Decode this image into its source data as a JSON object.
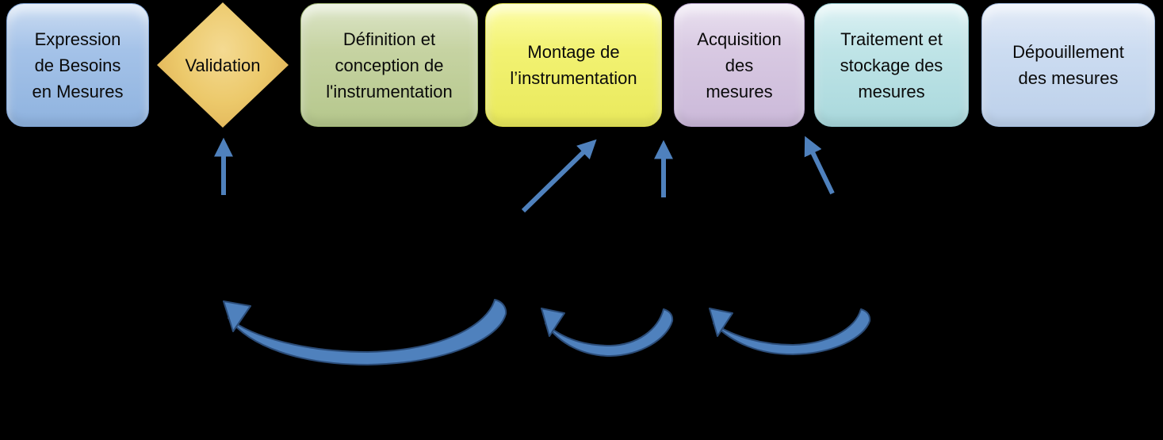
{
  "diagram": {
    "background_color": "#000000",
    "arrow_color": "#4F81BD",
    "arrow_outline_color": "#2B4C78",
    "nodes": [
      {
        "id": "expression-besoins",
        "shape": "rounded-rectangle",
        "label": "Expression\nde Besoins\nen Mesures",
        "colors": {
          "top": "#CBDCF2",
          "mid": "#A4C2E8",
          "bot": "#8FB3DF",
          "border": "#7FA3D4"
        }
      },
      {
        "id": "validation",
        "shape": "diamond",
        "label": "Validation",
        "colors": {
          "top": "#F4DA92",
          "mid": "#ECC96B",
          "bot": "#DBA84C",
          "border": "#C89A40"
        }
      },
      {
        "id": "definition-conception",
        "shape": "rounded-rectangle",
        "label": "Définition et\nconception de\nl'instrumentation",
        "colors": {
          "top": "#DCE5C8",
          "mid": "#C6D3A2",
          "bot": "#B5C78C",
          "border": "#9DB573"
        }
      },
      {
        "id": "montage",
        "shape": "rounded-rectangle",
        "label": "Montage de\nl’instrumentation",
        "colors": {
          "top": "#FDFDA5",
          "mid": "#F2F272",
          "bot": "#E9E95C",
          "border": "#D9D94A"
        }
      },
      {
        "id": "acquisition",
        "shape": "rounded-rectangle",
        "label": "Acquisition\ndes\nmesures",
        "colors": {
          "top": "#EAE1F0",
          "mid": "#D8C9E2",
          "bot": "#CBB9D9",
          "border": "#B5A0C9"
        }
      },
      {
        "id": "traitement-stockage",
        "shape": "rounded-rectangle",
        "label": "Traitement et\nstockage des\nmesures",
        "colors": {
          "top": "#DDF2F4",
          "mid": "#BFE4E7",
          "bot": "#A9D8DC",
          "border": "#8FC3C9"
        }
      },
      {
        "id": "depouillement",
        "shape": "rounded-rectangle",
        "label": "Dépouillement\ndes mesures",
        "colors": {
          "top": "#E3EBF7",
          "mid": "#CCDCF1",
          "bot": "#BCD0EA",
          "border": "#A3BDE0"
        }
      }
    ],
    "arrows": [
      {
        "id": "up-arrow-to-validation",
        "type": "straight-up"
      },
      {
        "id": "diagonal-arrow-to-montage",
        "type": "straight-diagonal"
      },
      {
        "id": "up-arrow-to-acquisition",
        "type": "straight-up"
      },
      {
        "id": "diagonal-arrow-to-traitement",
        "type": "straight-diagonal"
      },
      {
        "id": "feedback-curve-to-validation",
        "type": "curved-return"
      },
      {
        "id": "feedback-curve-to-montage",
        "type": "curved-return"
      },
      {
        "id": "feedback-curve-to-acquisition",
        "type": "curved-return"
      }
    ]
  }
}
